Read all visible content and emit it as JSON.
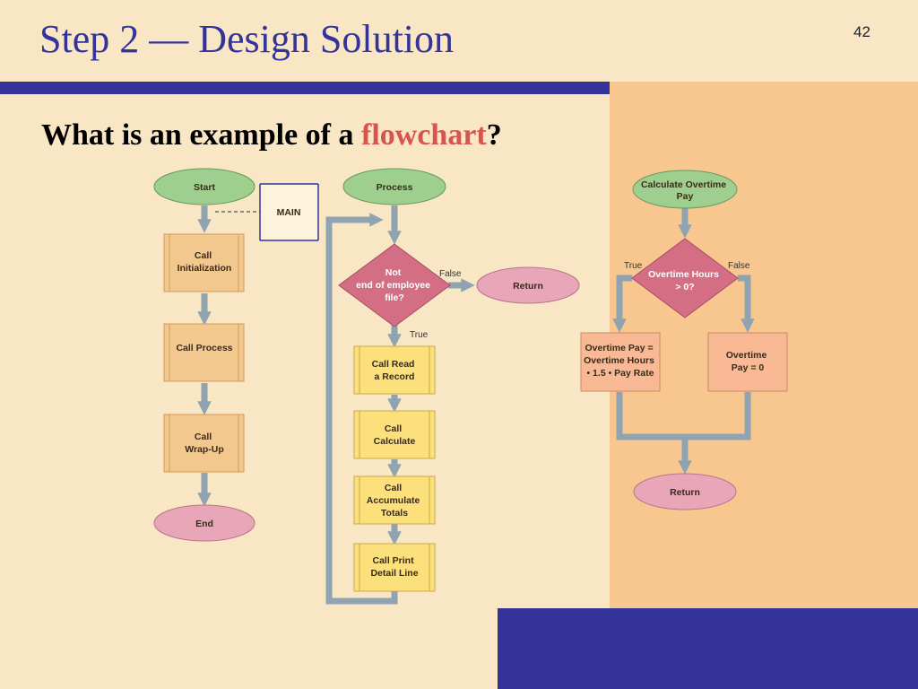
{
  "slide": {
    "title": "Step 2 — Design Solution",
    "page_number": "42",
    "question_prefix": "What is an example of a ",
    "question_highlight": "flowchart",
    "question_suffix": "?"
  },
  "colors": {
    "title_blue": "#333399",
    "highlight_red": "#d9534f",
    "background_light": "#f8e6c4",
    "background_orange": "#f7c78f",
    "terminal_green": "#9fcf8f",
    "terminal_pink": "#e8a6b8",
    "decision_pink": "#d36e85",
    "process_tan": "#f3c88f",
    "process_yellow": "#fbe07c",
    "process_salmon": "#f9b994",
    "arrow_gray": "#8fa3b0"
  },
  "flowcharts": {
    "main": {
      "start": "Start",
      "main_label": "MAIN",
      "call_initialization": [
        "Call",
        "Initialization"
      ],
      "call_process": "Call Process",
      "call_wrapup": [
        "Call",
        "Wrap-Up"
      ],
      "end": "End"
    },
    "process": {
      "process": "Process",
      "decision": [
        "Not",
        "end of employee",
        "file?"
      ],
      "false_label": "False",
      "true_label": "True",
      "return": "Return",
      "call_read": [
        "Call Read",
        "a Record"
      ],
      "call_calculate": [
        "Call",
        "Calculate"
      ],
      "call_accumulate": [
        "Call",
        "Accumulate",
        "Totals"
      ],
      "call_print": [
        "Call Print",
        "Detail Line"
      ]
    },
    "overtime": {
      "start": [
        "Calculate Overtime",
        "Pay"
      ],
      "decision": [
        "Overtime Hours",
        "> 0?"
      ],
      "true_label": "True",
      "false_label": "False",
      "true_box": [
        "Overtime Pay =",
        "Overtime Hours",
        "• 1.5 • Pay Rate"
      ],
      "false_box": [
        "Overtime",
        "Pay = 0"
      ],
      "return": "Return"
    }
  }
}
